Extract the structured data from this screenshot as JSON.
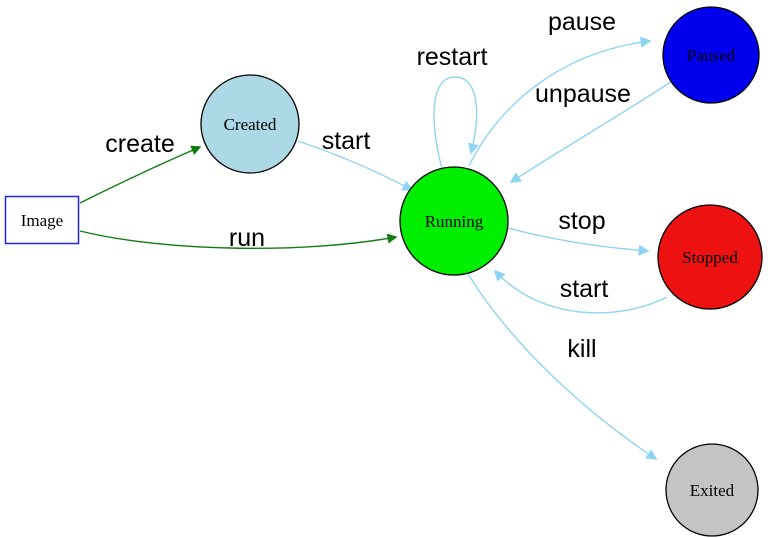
{
  "nodes": {
    "image": {
      "label": "Image",
      "fill": "#ffffff",
      "border": "#2222ee"
    },
    "created": {
      "label": "Created",
      "fill": "#add8e6",
      "border": "#000000"
    },
    "running": {
      "label": "Running",
      "fill": "#00ef00",
      "border": "#000000"
    },
    "paused": {
      "label": "Paused",
      "fill": "#0000ee",
      "border": "#000000"
    },
    "stopped": {
      "label": "Stopped",
      "fill": "#ee1111",
      "border": "#000000"
    },
    "exited": {
      "label": "Exited",
      "fill": "#c4c4c4",
      "border": "#000000"
    }
  },
  "edges": {
    "create": {
      "label": "create",
      "color": "#107c10"
    },
    "run": {
      "label": "run",
      "color": "#107c10"
    },
    "start_created_running": {
      "label": "start",
      "color": "#8fd4f2"
    },
    "restart": {
      "label": "restart",
      "color": "#8fd4f2"
    },
    "pause": {
      "label": "pause",
      "color": "#8fd4f2"
    },
    "unpause": {
      "label": "unpause",
      "color": "#8fd4f2"
    },
    "stop": {
      "label": "stop",
      "color": "#8fd4f2"
    },
    "start_stopped_running": {
      "label": "start",
      "color": "#8fd4f2"
    },
    "kill": {
      "label": "kill",
      "color": "#8fd4f2"
    }
  },
  "colors": {
    "edge_blue": "#8fd4f2",
    "edge_green": "#107c10",
    "background": "#ffffff",
    "label_text": "#000000"
  }
}
